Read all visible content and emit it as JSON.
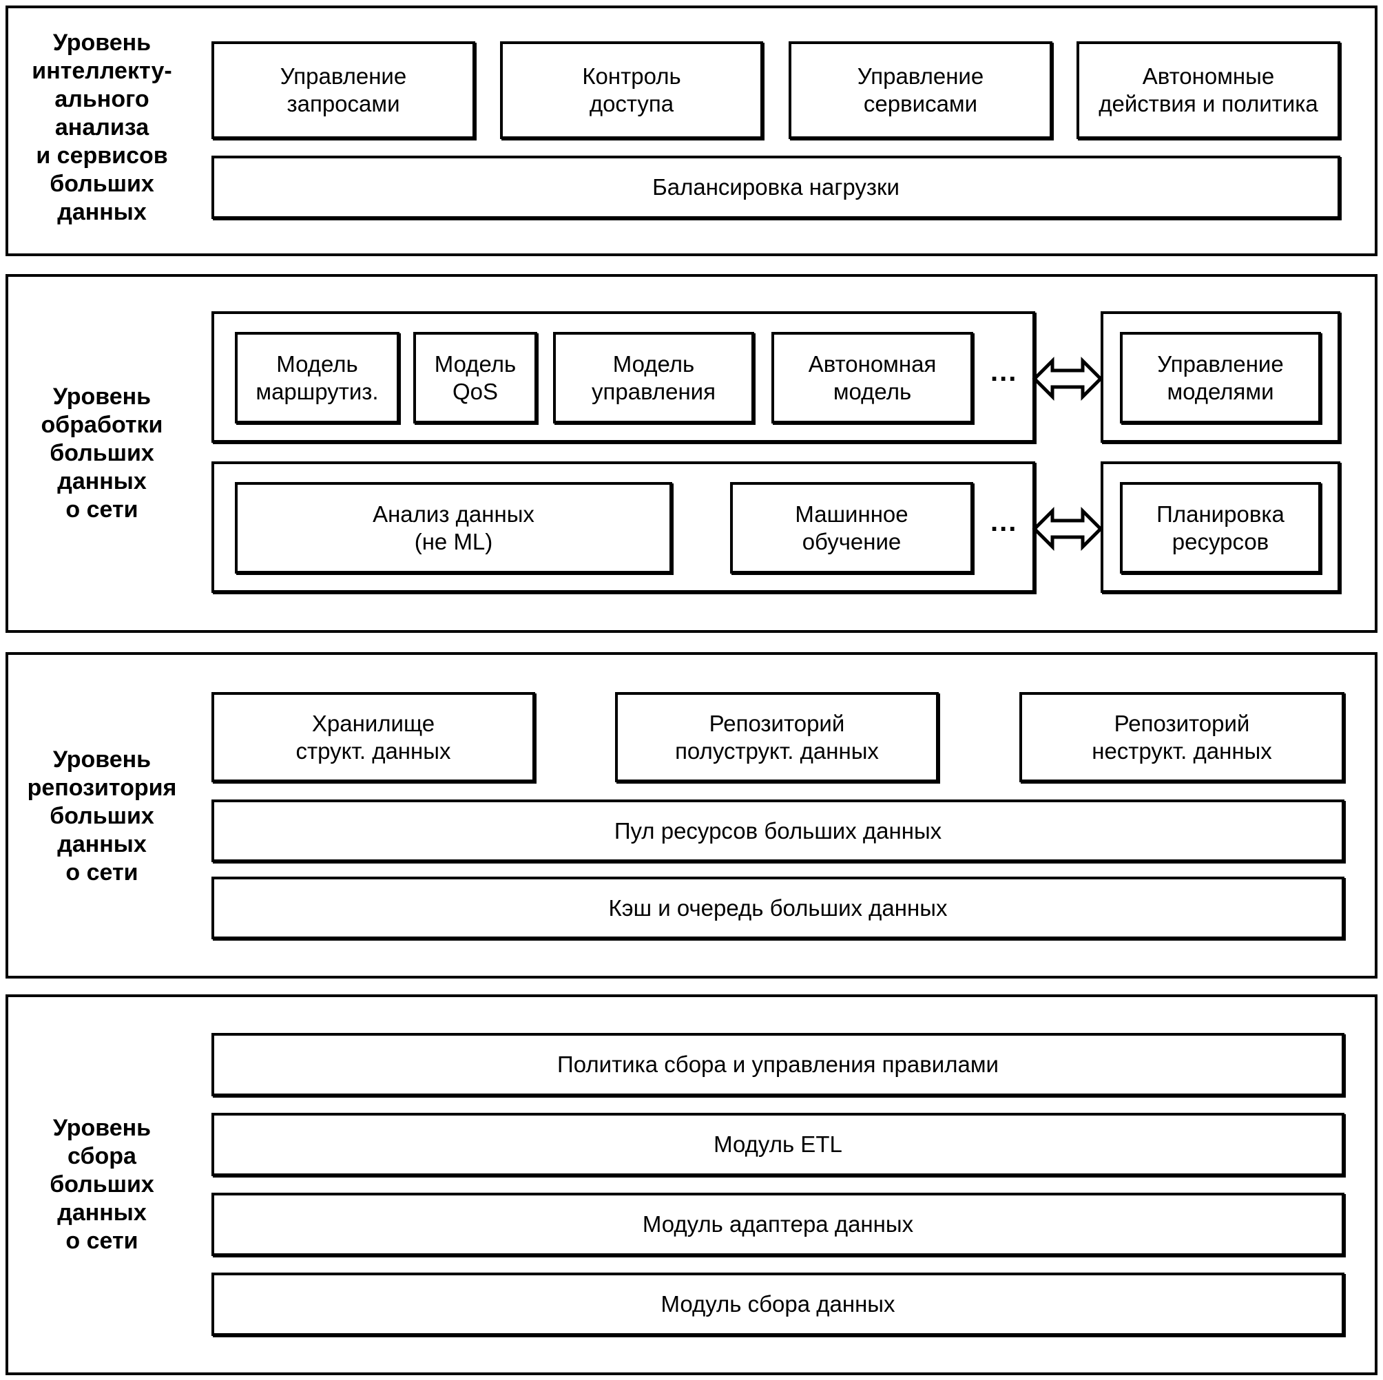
{
  "layers": {
    "analytics": {
      "title": "Уровень\nинтеллекту-\nального\nанализа\nи сервисов\nбольших\nданных",
      "boxes": {
        "query_mgmt": "Управление\nзапросами",
        "access_ctrl": "Контроль\nдоступа",
        "service_mgmt": "Управление\nсервисами",
        "autonomous": "Автономные\nдействия и политика",
        "load_balancing": "Балансировка нагрузки"
      }
    },
    "processing": {
      "title": "Уровень\nобработки\nбольших\nданных\nо сети",
      "models": {
        "routing": "Модель\nмаршрутиз.",
        "qos": "Модель\nQoS",
        "control": "Модель\nуправления",
        "autonomous": "Автономная\nмодель",
        "ellipsis": "..."
      },
      "model_management": "Управление\nмоделями",
      "analysis": {
        "data_analysis": "Анализ данных\n(не ML)",
        "machine_learning": "Машинное\nобучение",
        "ellipsis": "..."
      },
      "resource_planning": "Планировка\nресурсов"
    },
    "repository": {
      "title": "Уровень\nрепозитория\nбольших\nданных\nо сети",
      "boxes": {
        "structured": "Хранилище\nструкт. данных",
        "semi_structured": "Репозиторий\nполуструкт. данных",
        "unstructured": "Репозиторий\nнеструкт. данных",
        "resource_pool": "Пул ресурсов больших данных",
        "cache_queue": "Кэш и очередь больших данных"
      }
    },
    "collection": {
      "title": "Уровень\nсбора\nбольших\nданных\nо сети",
      "boxes": {
        "policy": "Политика сбора и управления правилами",
        "etl": "Модуль ETL",
        "adapter": "Модуль адаптера данных",
        "collector": "Модуль сбора данных"
      }
    }
  }
}
